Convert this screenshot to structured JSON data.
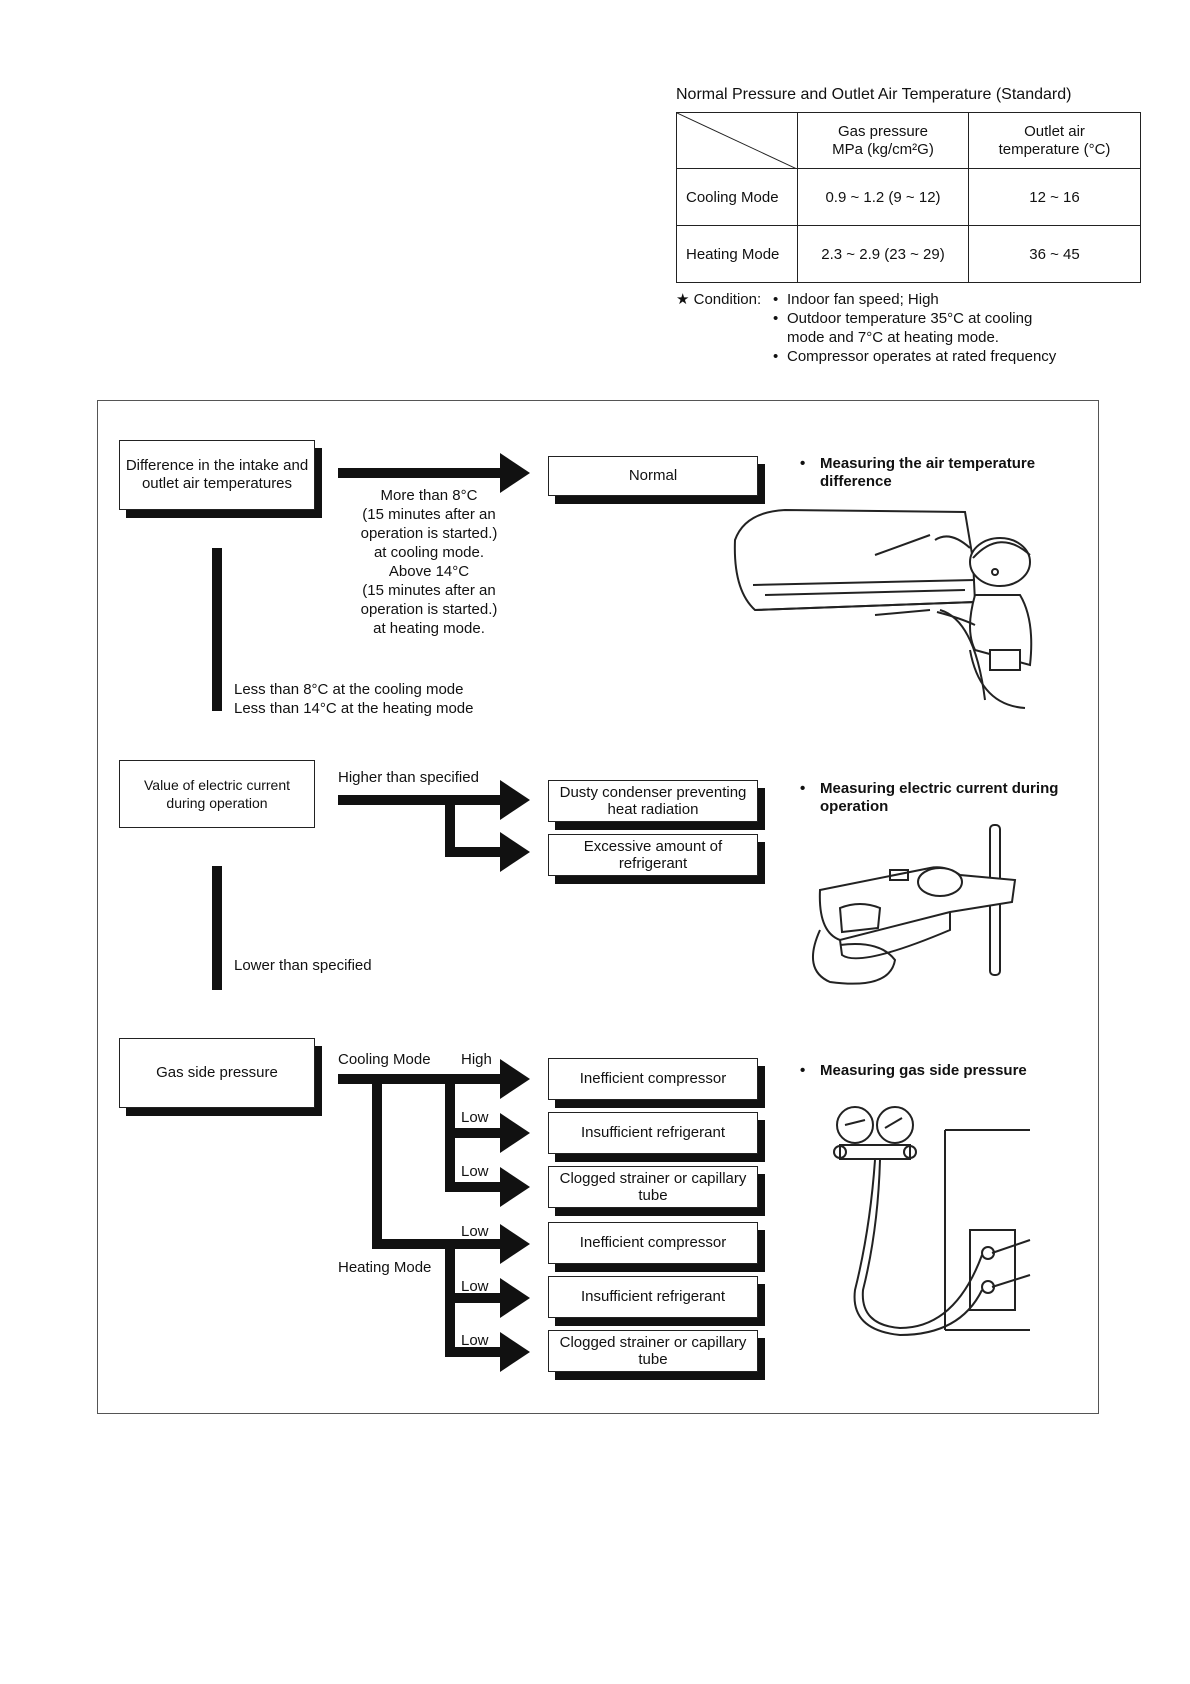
{
  "table": {
    "caption": "Normal Pressure and Outlet Air Temperature (Standard)",
    "col_headers": [
      "Gas pressure\nMPa (kg/cm²G)",
      "Outlet air\ntemperature (°C)"
    ],
    "rows": [
      {
        "label": "Cooling Mode",
        "pressure": "0.9 ~ 1.2 (9 ~ 12)",
        "temp": "12 ~ 16"
      },
      {
        "label": "Heating Mode",
        "pressure": "2.3 ~ 2.9 (23 ~ 29)",
        "temp": "36 ~ 45"
      }
    ]
  },
  "condition": {
    "label": "★ Condition:",
    "items": [
      "Indoor fan speed; High",
      "Outdoor temperature 35°C at cooling",
      "mode and 7°C at heating mode.",
      "Compressor operates at rated frequency"
    ]
  },
  "flow": {
    "sec1": {
      "box": "Difference in the intake and outlet air temperatures",
      "cond_more": "More than 8°C\n(15 minutes after an\noperation is started.)\nat cooling mode.\nAbove 14°C\n(15 minutes after an\noperation is started.)\nat heating mode.",
      "result": "Normal",
      "cond_less_1": "Less than 8°C at the cooling mode",
      "cond_less_2": "Less than 14°C at the heating mode",
      "note": "Measuring the air temperature difference"
    },
    "sec2": {
      "box": "Value of electric current during operation",
      "cond_higher": "Higher than specified",
      "result_1": "Dusty condenser preventing heat radiation",
      "result_2": "Excessive amount of refrigerant",
      "cond_lower": "Lower than specified",
      "note": "Measuring electric current during operation"
    },
    "sec3": {
      "box": "Gas side pressure",
      "cooling_label": "Cooling Mode",
      "heating_label": "Heating Mode",
      "branch_labels": [
        "High",
        "Low",
        "Low",
        "Low",
        "Low",
        "Low"
      ],
      "results": [
        "Inefficient compressor",
        "Insufficient refrigerant",
        "Clogged strainer or capillary tube",
        "Inefficient compressor",
        "Insufficient refrigerant",
        "Clogged strainer or capillary tube"
      ],
      "note": "Measuring gas side pressure"
    }
  }
}
